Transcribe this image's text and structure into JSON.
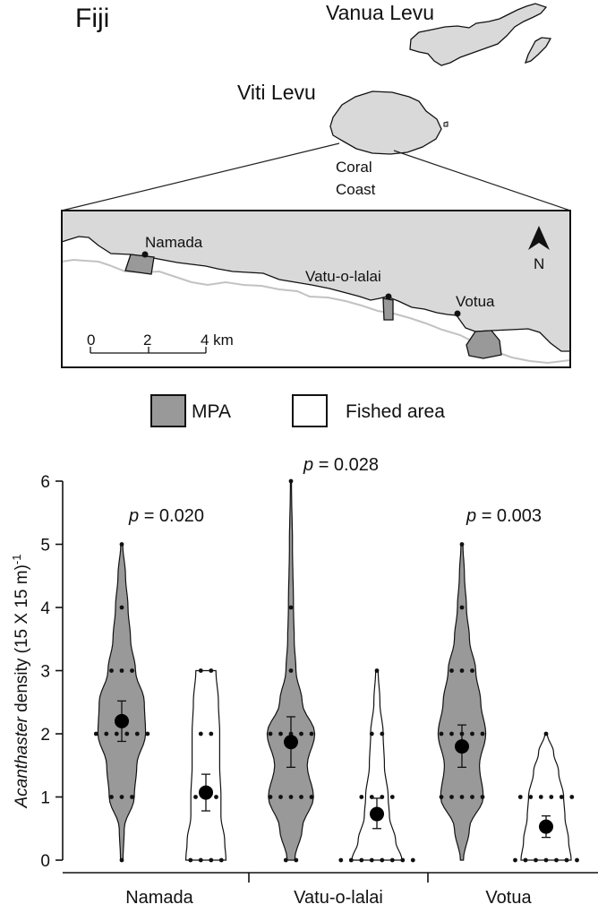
{
  "map": {
    "title": "Fiji",
    "islands": {
      "vanua_levu": "Vanua Levu",
      "viti_levu": "Viti Levu"
    },
    "coast_label_1": "Coral",
    "coast_label_2": "Coast",
    "sites": [
      "Namada",
      "Vatu-o-lalai",
      "Votua"
    ],
    "north_label": "N",
    "scale": {
      "ticks": [
        "0",
        "2",
        "4 km"
      ]
    },
    "colors": {
      "land": "#d9d9d9",
      "mpa": "#999999",
      "reef": "#bcbcbc"
    }
  },
  "legend": {
    "items": [
      {
        "label": "MPA",
        "color": "#999999"
      },
      {
        "label": "Fished area",
        "color": "#ffffff"
      }
    ]
  },
  "chart_data": {
    "type": "violin",
    "ylabel_italic": "Acanthaster",
    "ylabel_rest": " density (15 X 15 m)",
    "ylabel_sup": "-1",
    "ylim": [
      0,
      6
    ],
    "yticks": [
      0,
      1,
      2,
      3,
      4,
      5,
      6
    ],
    "categories": [
      "Namada",
      "Vatu-o-lalai",
      "Votua"
    ],
    "p_values": [
      {
        "site": "Namada",
        "prefix": "p",
        "text": " = 0.020"
      },
      {
        "site": "Vatu-o-lalai",
        "prefix": "p",
        "text": " = 0.028"
      },
      {
        "site": "Votua",
        "prefix": "p",
        "text": " = 0.003"
      }
    ],
    "series": [
      {
        "name": "MPA",
        "color": "#999999",
        "groups": [
          {
            "site": "Namada",
            "mean": 2.2,
            "se_low": 1.88,
            "se_high": 2.52,
            "points": [
              [
                0,
                1
              ],
              [
                1,
                3
              ],
              [
                2,
                6
              ],
              [
                3,
                3
              ],
              [
                4,
                1
              ],
              [
                5,
                1
              ]
            ],
            "profile": [
              [
                0,
                0.05
              ],
              [
                0.5,
                0.1
              ],
              [
                1,
                0.5
              ],
              [
                1.5,
                0.6
              ],
              [
                2,
                0.95
              ],
              [
                2.5,
                0.9
              ],
              [
                3,
                0.55
              ],
              [
                3.5,
                0.35
              ],
              [
                4,
                0.25
              ],
              [
                4.5,
                0.15
              ],
              [
                5,
                0.04
              ]
            ]
          },
          {
            "site": "Vatu-o-lalai",
            "mean": 1.87,
            "se_low": 1.47,
            "se_high": 2.27,
            "points": [
              [
                0,
                2
              ],
              [
                1,
                5
              ],
              [
                2,
                5
              ],
              [
                3,
                1
              ],
              [
                4,
                1
              ],
              [
                6,
                1
              ]
            ],
            "profile": [
              [
                0,
                0.15
              ],
              [
                0.5,
                0.45
              ],
              [
                1,
                0.9
              ],
              [
                1.5,
                0.65
              ],
              [
                2,
                0.95
              ],
              [
                2.5,
                0.45
              ],
              [
                3,
                0.2
              ],
              [
                3.5,
                0.13
              ],
              [
                4,
                0.1
              ],
              [
                5,
                0.06
              ],
              [
                6,
                0.02
              ]
            ]
          },
          {
            "site": "Votua",
            "mean": 1.8,
            "se_low": 1.47,
            "se_high": 2.14,
            "points": [
              [
                1,
                5
              ],
              [
                2,
                5
              ],
              [
                3,
                3
              ],
              [
                4,
                1
              ],
              [
                5,
                1
              ]
            ],
            "profile": [
              [
                0,
                0.06
              ],
              [
                0.5,
                0.3
              ],
              [
                1,
                0.85
              ],
              [
                1.5,
                0.7
              ],
              [
                2,
                0.95
              ],
              [
                2.5,
                0.75
              ],
              [
                3,
                0.55
              ],
              [
                3.5,
                0.3
              ],
              [
                4,
                0.18
              ],
              [
                4.5,
                0.1
              ],
              [
                5,
                0.04
              ]
            ]
          }
        ]
      },
      {
        "name": "Fished area",
        "color": "#ffffff",
        "groups": [
          {
            "site": "Namada",
            "mean": 1.07,
            "se_low": 0.78,
            "se_high": 1.36,
            "points": [
              [
                0,
                4
              ],
              [
                1,
                3
              ],
              [
                2,
                2
              ],
              [
                3,
                2
              ]
            ],
            "profile": [
              [
                0,
                0.8
              ],
              [
                0.3,
                0.75
              ],
              [
                0.7,
                0.6
              ],
              [
                1,
                0.6
              ],
              [
                1.5,
                0.55
              ],
              [
                2,
                0.55
              ],
              [
                2.5,
                0.5
              ],
              [
                3,
                0.4
              ]
            ]
          },
          {
            "site": "Vatu-o-lalai",
            "mean": 0.73,
            "se_low": 0.5,
            "se_high": 0.98,
            "points": [
              [
                0,
                8
              ],
              [
                1,
                4
              ],
              [
                2,
                2
              ],
              [
                3,
                1
              ]
            ],
            "profile": [
              [
                0,
                1.0
              ],
              [
                0.3,
                0.75
              ],
              [
                0.7,
                0.5
              ],
              [
                1,
                0.45
              ],
              [
                1.5,
                0.3
              ],
              [
                2,
                0.25
              ],
              [
                2.5,
                0.12
              ],
              [
                3,
                0.05
              ]
            ]
          },
          {
            "site": "Votua",
            "mean": 0.53,
            "se_low": 0.36,
            "se_high": 0.7,
            "points": [
              [
                0,
                7
              ],
              [
                1,
                6
              ],
              [
                2,
                1
              ]
            ],
            "profile": [
              [
                0,
                1.0
              ],
              [
                0.3,
                0.9
              ],
              [
                0.7,
                0.75
              ],
              [
                1,
                0.7
              ],
              [
                1.4,
                0.5
              ],
              [
                1.7,
                0.3
              ],
              [
                2,
                0.05
              ]
            ]
          }
        ]
      }
    ]
  }
}
